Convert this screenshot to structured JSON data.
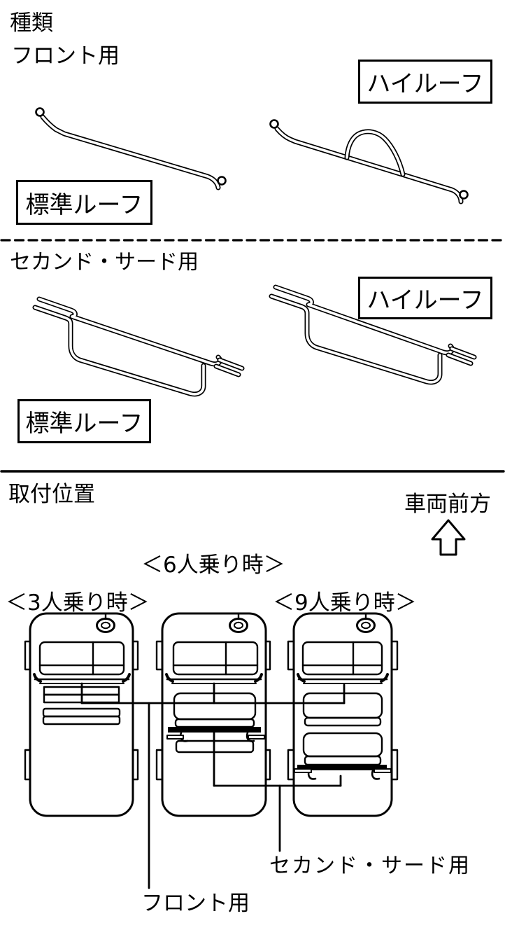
{
  "document": {
    "section_types": {
      "heading": "種類",
      "front": {
        "label": "フロント用",
        "tags": {
          "high_roof": "ハイルーフ",
          "standard_roof": "標準ルーフ"
        }
      },
      "second_third": {
        "label": "セカンド・サード用",
        "tags": {
          "high_roof": "ハイルーフ",
          "standard_roof": "標準ルーフ"
        }
      }
    },
    "section_mounting": {
      "heading": "取付位置",
      "vehicle_front": "車両前方",
      "captions": {
        "three_seater": "＜3人乗り時＞",
        "six_seater": "＜6人乗り時＞",
        "nine_seater": "＜9人乗り時＞"
      },
      "leaders": {
        "front": "フロント用",
        "second_third": "セカンド・サード用"
      }
    },
    "colors": {
      "ink": "#000000",
      "background": "#ffffff",
      "highlight_bar": "#000000"
    }
  }
}
